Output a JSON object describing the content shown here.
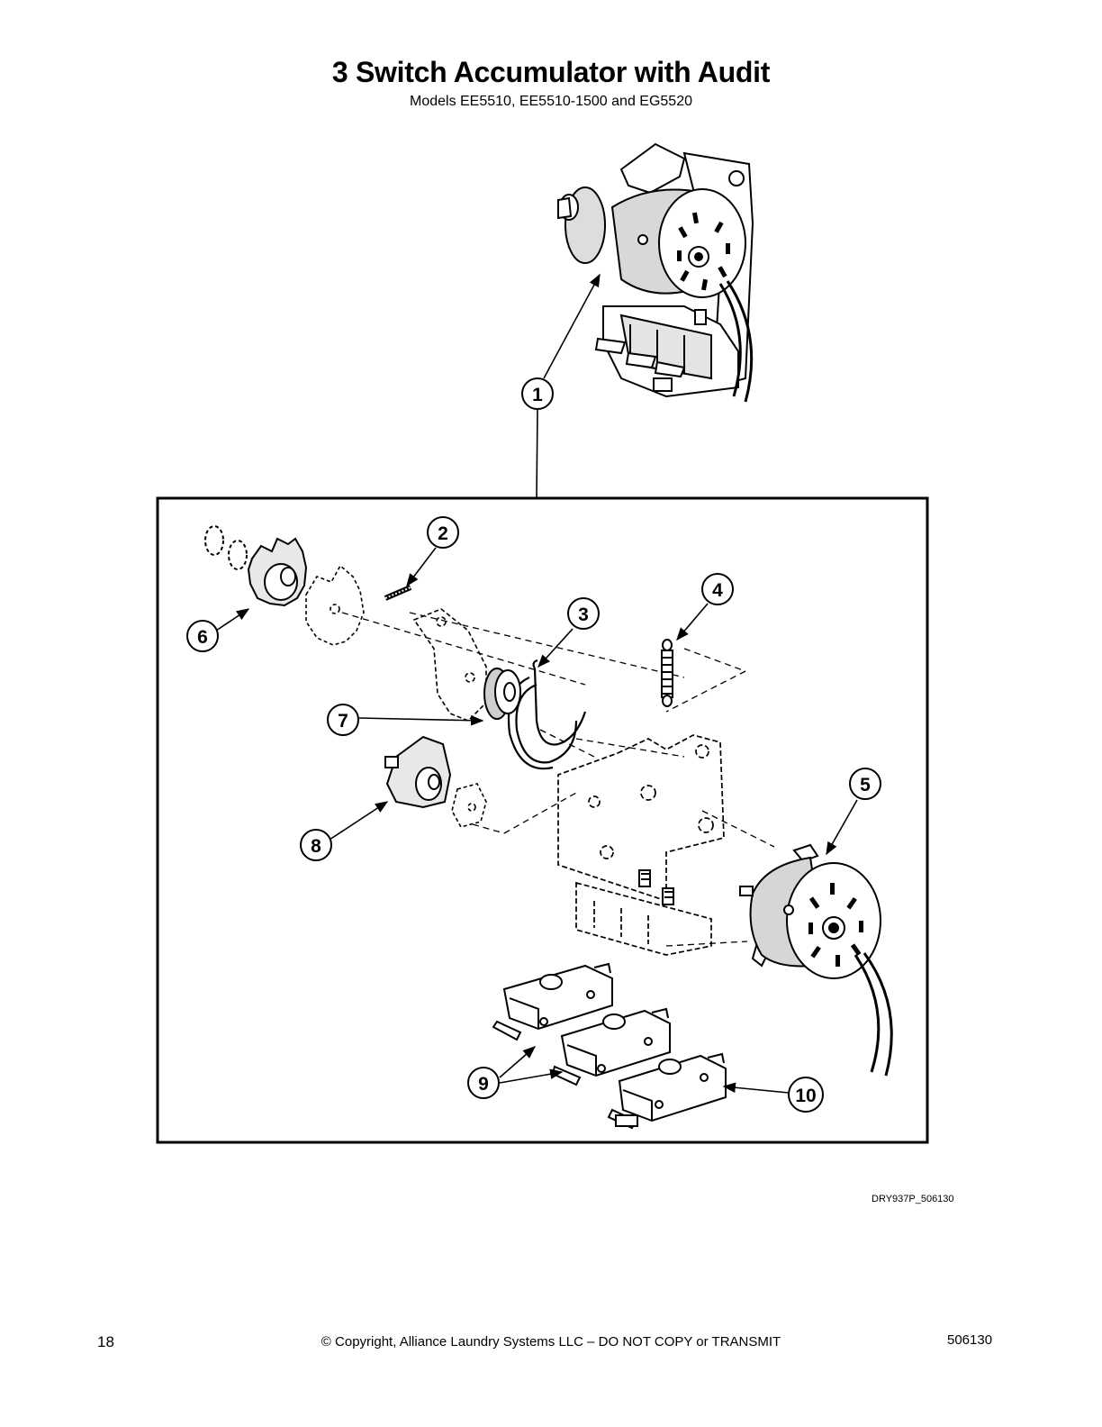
{
  "header": {
    "title": "3 Switch Accumulator with Audit",
    "subtitle": "Models EE5510, EE5510-1500 and EG5520"
  },
  "callouts": [
    "1",
    "2",
    "3",
    "4",
    "5",
    "6",
    "7",
    "8",
    "9",
    "10"
  ],
  "figure_id": "DRY937P_506130",
  "footer": {
    "page_number": "18",
    "copyright": "© Copyright, Alliance Laundry Systems LLC – DO NOT COPY or TRANSMIT",
    "doc_number": "506130"
  }
}
